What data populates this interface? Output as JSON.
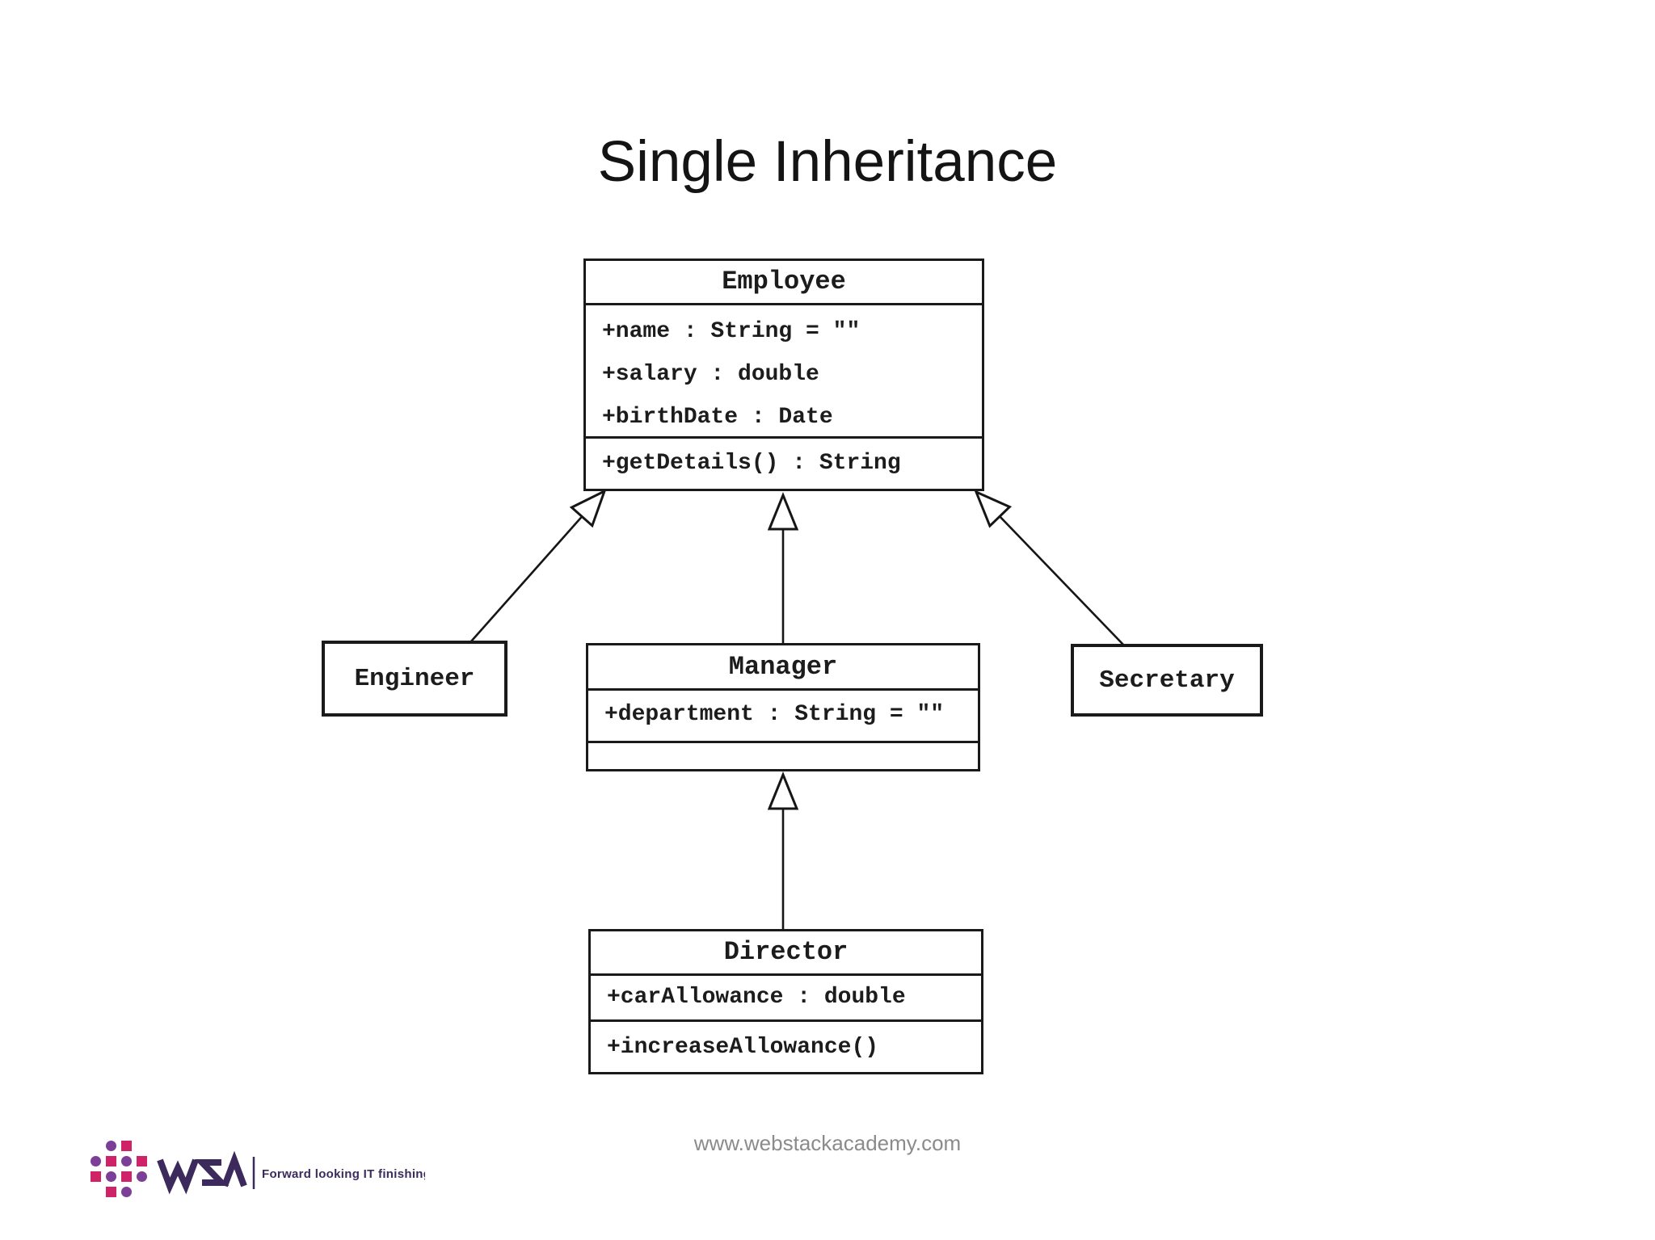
{
  "slide": {
    "title": "Single Inheritance"
  },
  "diagram": {
    "type": "uml-class-diagram",
    "classes": [
      {
        "id": "employee",
        "name": "Employee",
        "attributes": [
          "+name : String = \"\"",
          "+salary : double",
          "+birthDate : Date"
        ],
        "operations": [
          "+getDetails() : String"
        ]
      },
      {
        "id": "engineer",
        "name": "Engineer",
        "attributes": [],
        "operations": []
      },
      {
        "id": "manager",
        "name": "Manager",
        "attributes": [
          "+department : String = \"\""
        ],
        "operations": []
      },
      {
        "id": "secretary",
        "name": "Secretary",
        "attributes": [],
        "operations": []
      },
      {
        "id": "director",
        "name": "Director",
        "attributes": [
          "+carAllowance : double"
        ],
        "operations": [
          "+increaseAllowance()"
        ]
      }
    ],
    "relations": [
      {
        "from": "Engineer",
        "to": "Employee",
        "type": "generalization"
      },
      {
        "from": "Manager",
        "to": "Employee",
        "type": "generalization"
      },
      {
        "from": "Secretary",
        "to": "Employee",
        "type": "generalization"
      },
      {
        "from": "Director",
        "to": "Manager",
        "type": "generalization"
      }
    ]
  },
  "footer": {
    "website": "www.webstackacademy.com",
    "logo": {
      "brand": "WSA",
      "tagline": "Forward looking IT finishing school",
      "colors": {
        "pink": "#cf2368",
        "purple": "#7c3f98",
        "brand_dark": "#3c2a5c"
      }
    }
  }
}
